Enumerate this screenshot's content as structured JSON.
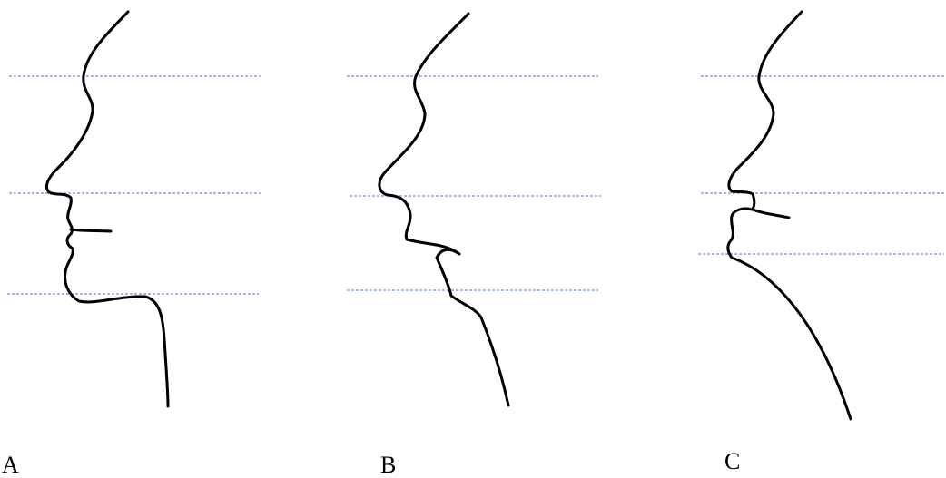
{
  "panels": [
    {
      "label": "A"
    },
    {
      "label": "B"
    },
    {
      "label": "C"
    }
  ],
  "colors": {
    "reference_line": "#4a6fd0",
    "profile_stroke": "#000000",
    "background": "#ffffff"
  }
}
